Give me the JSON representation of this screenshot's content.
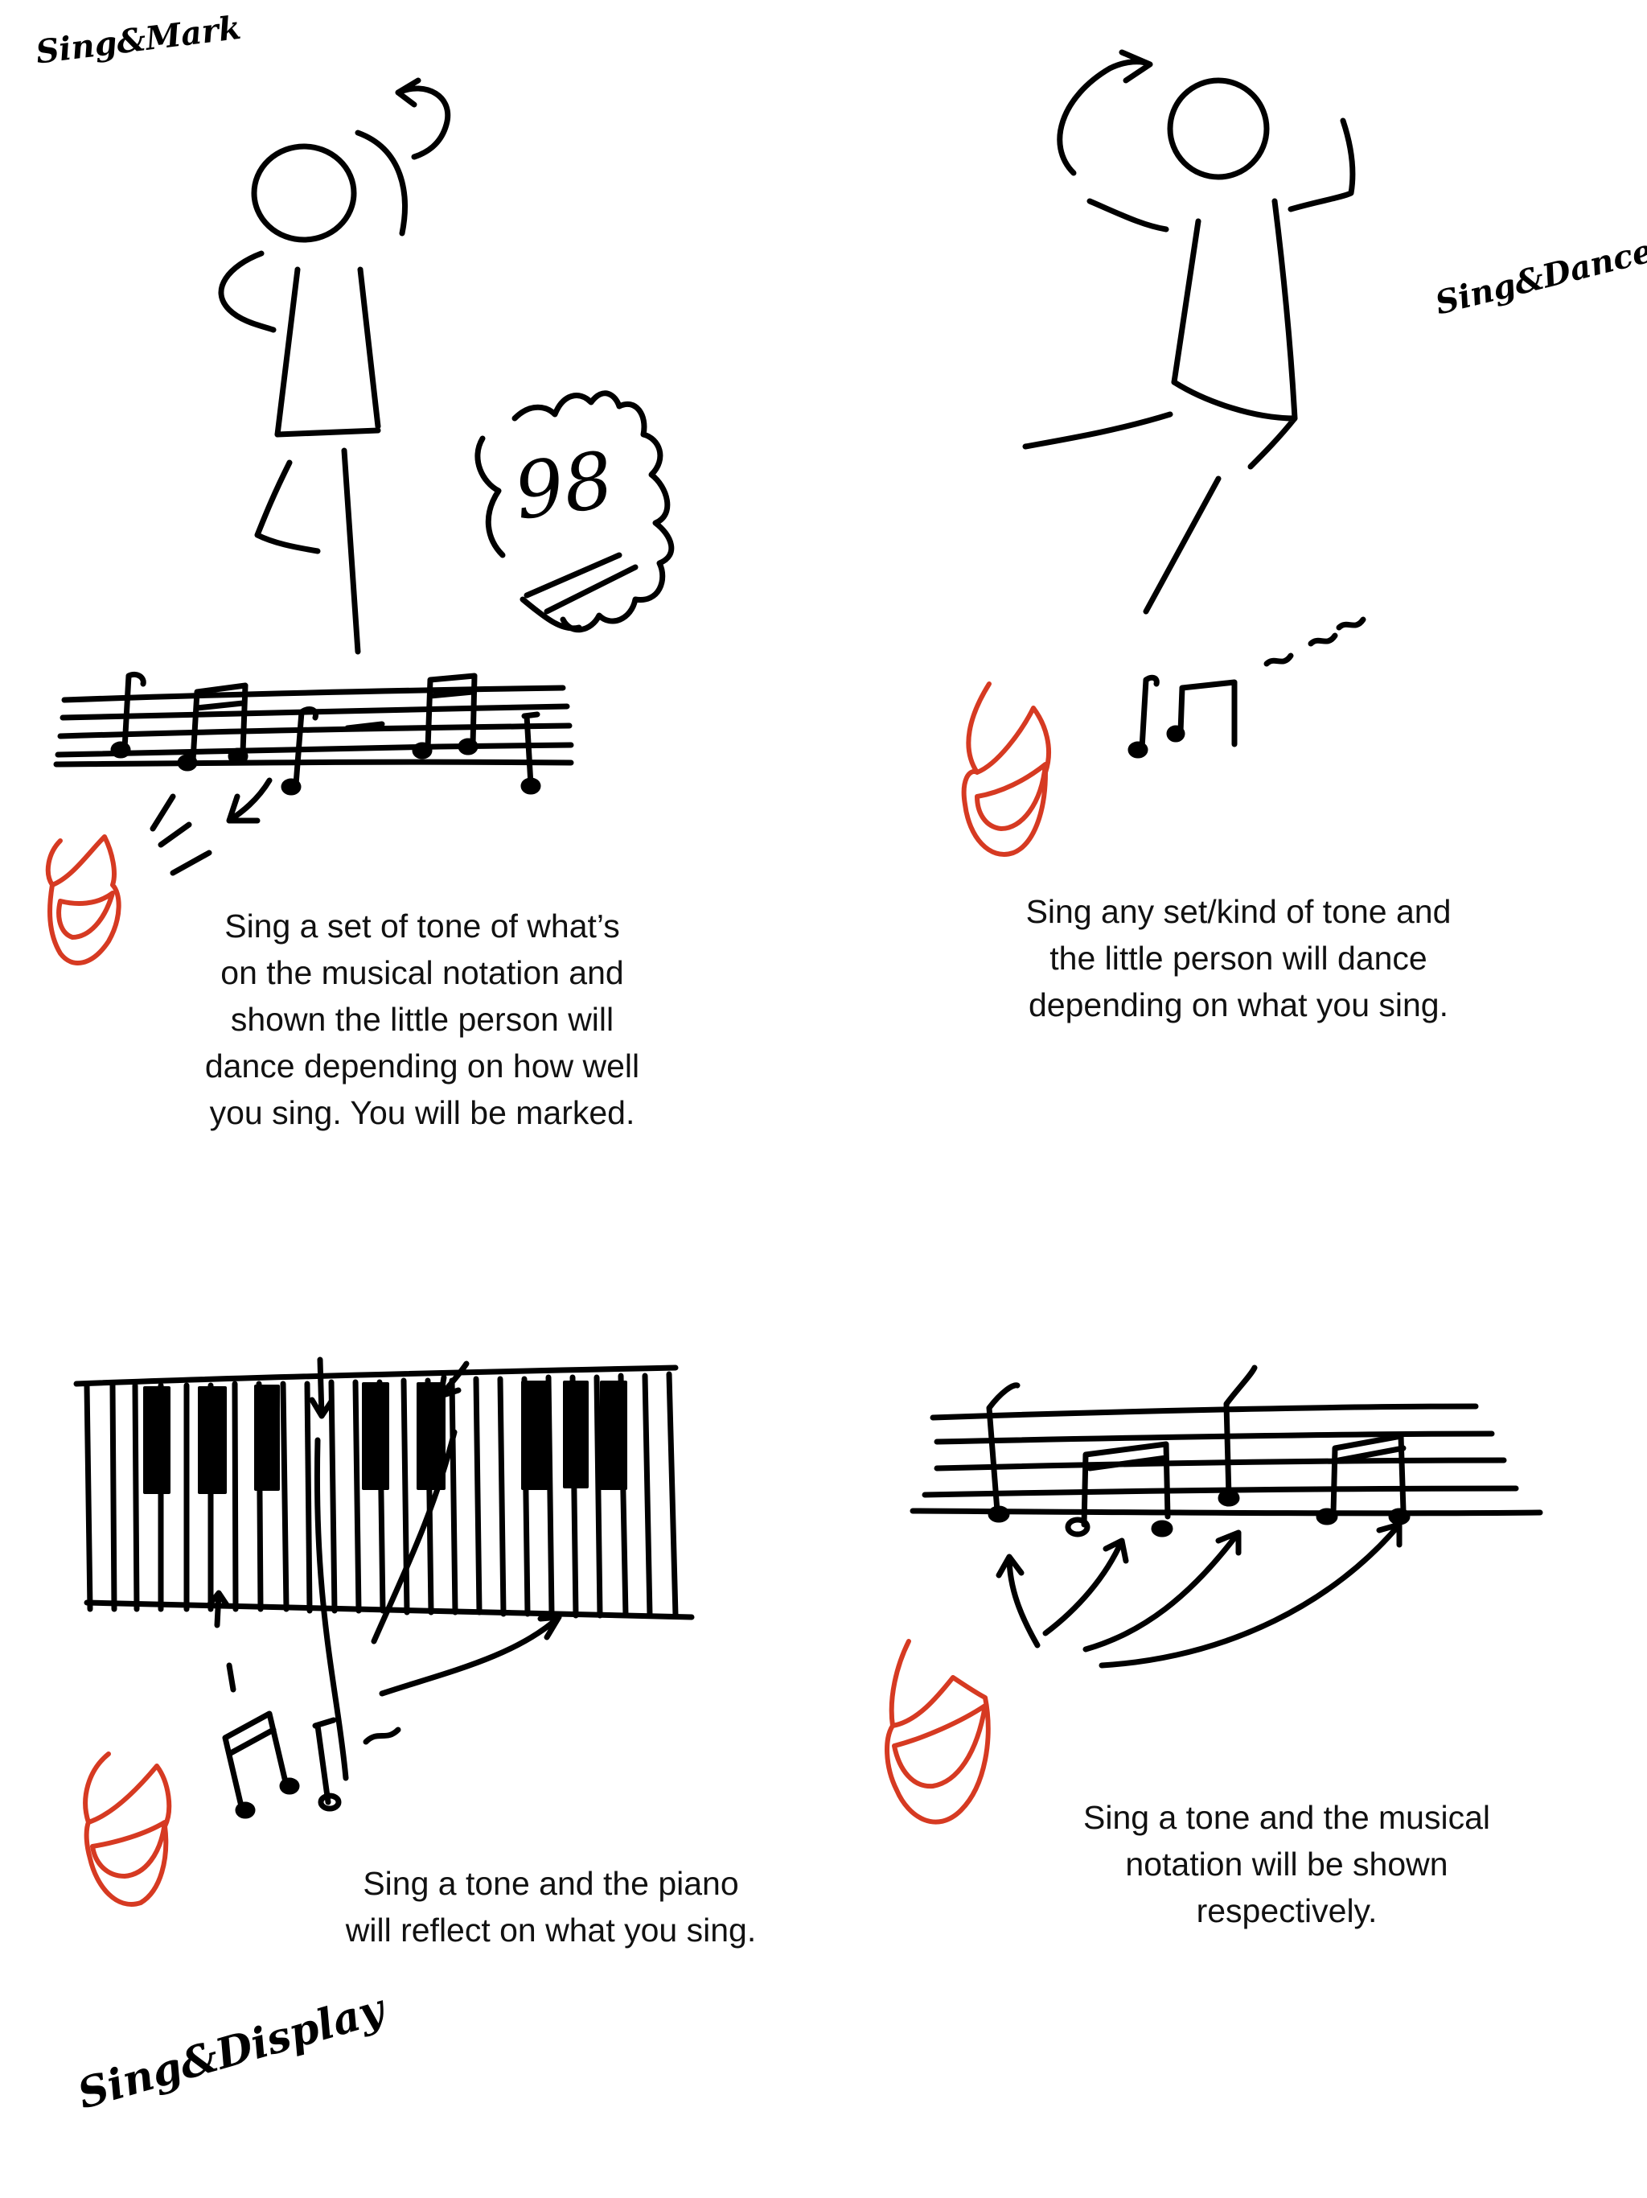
{
  "panels": {
    "sing_mark": {
      "label": "Sing&Mark",
      "score": "98",
      "caption": "Sing a set of tone of what’s\non the musical notation and\nshown the little person will\ndance depending on how well\nyou sing. You will be marked."
    },
    "sing_dance": {
      "label": "Sing&Dance",
      "caption": "Sing any set/kind of tone and\nthe little person will dance\ndepending on what you sing."
    },
    "sing_display": {
      "label": "Sing&Display",
      "caption": "Sing a tone and the piano\nwill reflect on what you sing."
    },
    "sing_notation": {
      "caption": "Sing a tone and the musical\nnotation will be shown\nrespectively."
    }
  },
  "colors": {
    "ink": "#000000",
    "lips": "#d63a22"
  }
}
